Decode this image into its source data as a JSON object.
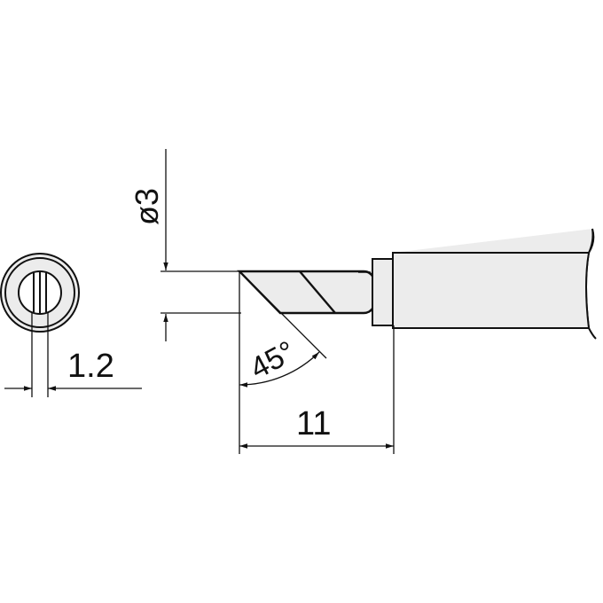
{
  "drawing": {
    "subject": "soldering tip, bevel (knife-cut) type",
    "colors": {
      "line": "#111111",
      "fill": "#ececec",
      "background": "#ffffff"
    },
    "end_view": {
      "slot_width_label": "1.2"
    },
    "side_view": {
      "diameter_label": "ø3",
      "angle_label": "45°",
      "length_label": "11"
    }
  }
}
